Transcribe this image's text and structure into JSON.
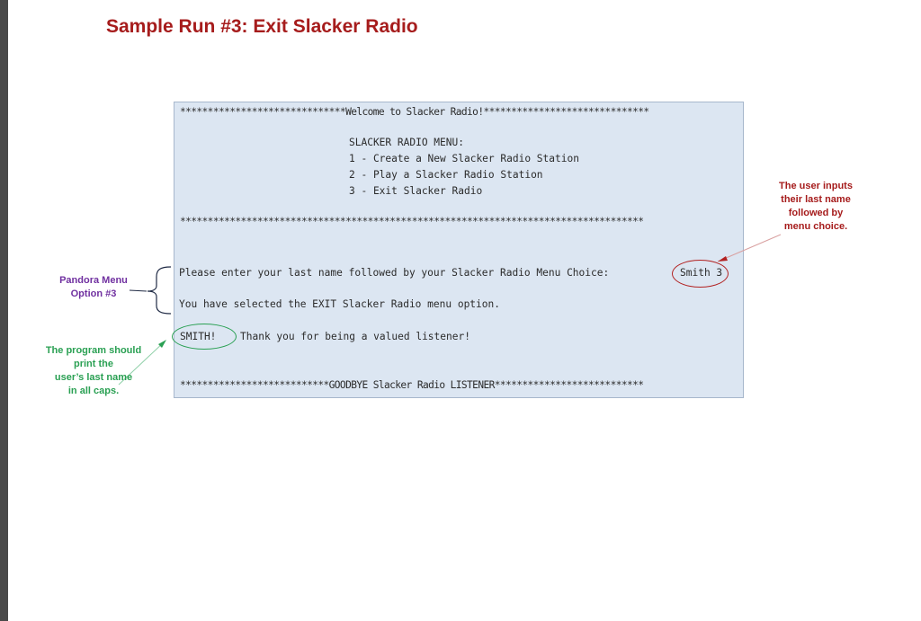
{
  "title": "Sample Run #3:  Exit Slacker Radio",
  "console": {
    "welcome": "******************************Welcome to Slacker Radio!******************************",
    "menu_header": "SLACKER RADIO MENU:",
    "menu_items": [
      "1 - Create a New Slacker Radio Station",
      "2 - Play a Slacker Radio Station",
      "3 - Exit Slacker Radio"
    ],
    "divider": "************************************************************************************",
    "prompt": "Please enter your last name followed by your Slacker Radio Menu Choice:",
    "user_input": "Smith 3",
    "selected_msg": "You have selected the EXIT Slacker Radio menu option.",
    "name_caps": "SMITH!",
    "thanks_msg": "Thank you for being a valued listener!",
    "goodbye": "***************************GOODBYE Slacker Radio LISTENER***************************"
  },
  "annotations": {
    "user_inputs": "The user inputs\ntheir last name\nfollowed by\nmenu choice.",
    "pandora_option": "Pandora Menu\nOption #3",
    "all_caps": "The program should\nprint the\nuser’s last name\nin all caps."
  },
  "colors": {
    "title": "#a61c1c",
    "console_bg": "#dce6f2",
    "red_note": "#a61c1c",
    "purple_note": "#7030a0",
    "green_note": "#2aa053"
  }
}
